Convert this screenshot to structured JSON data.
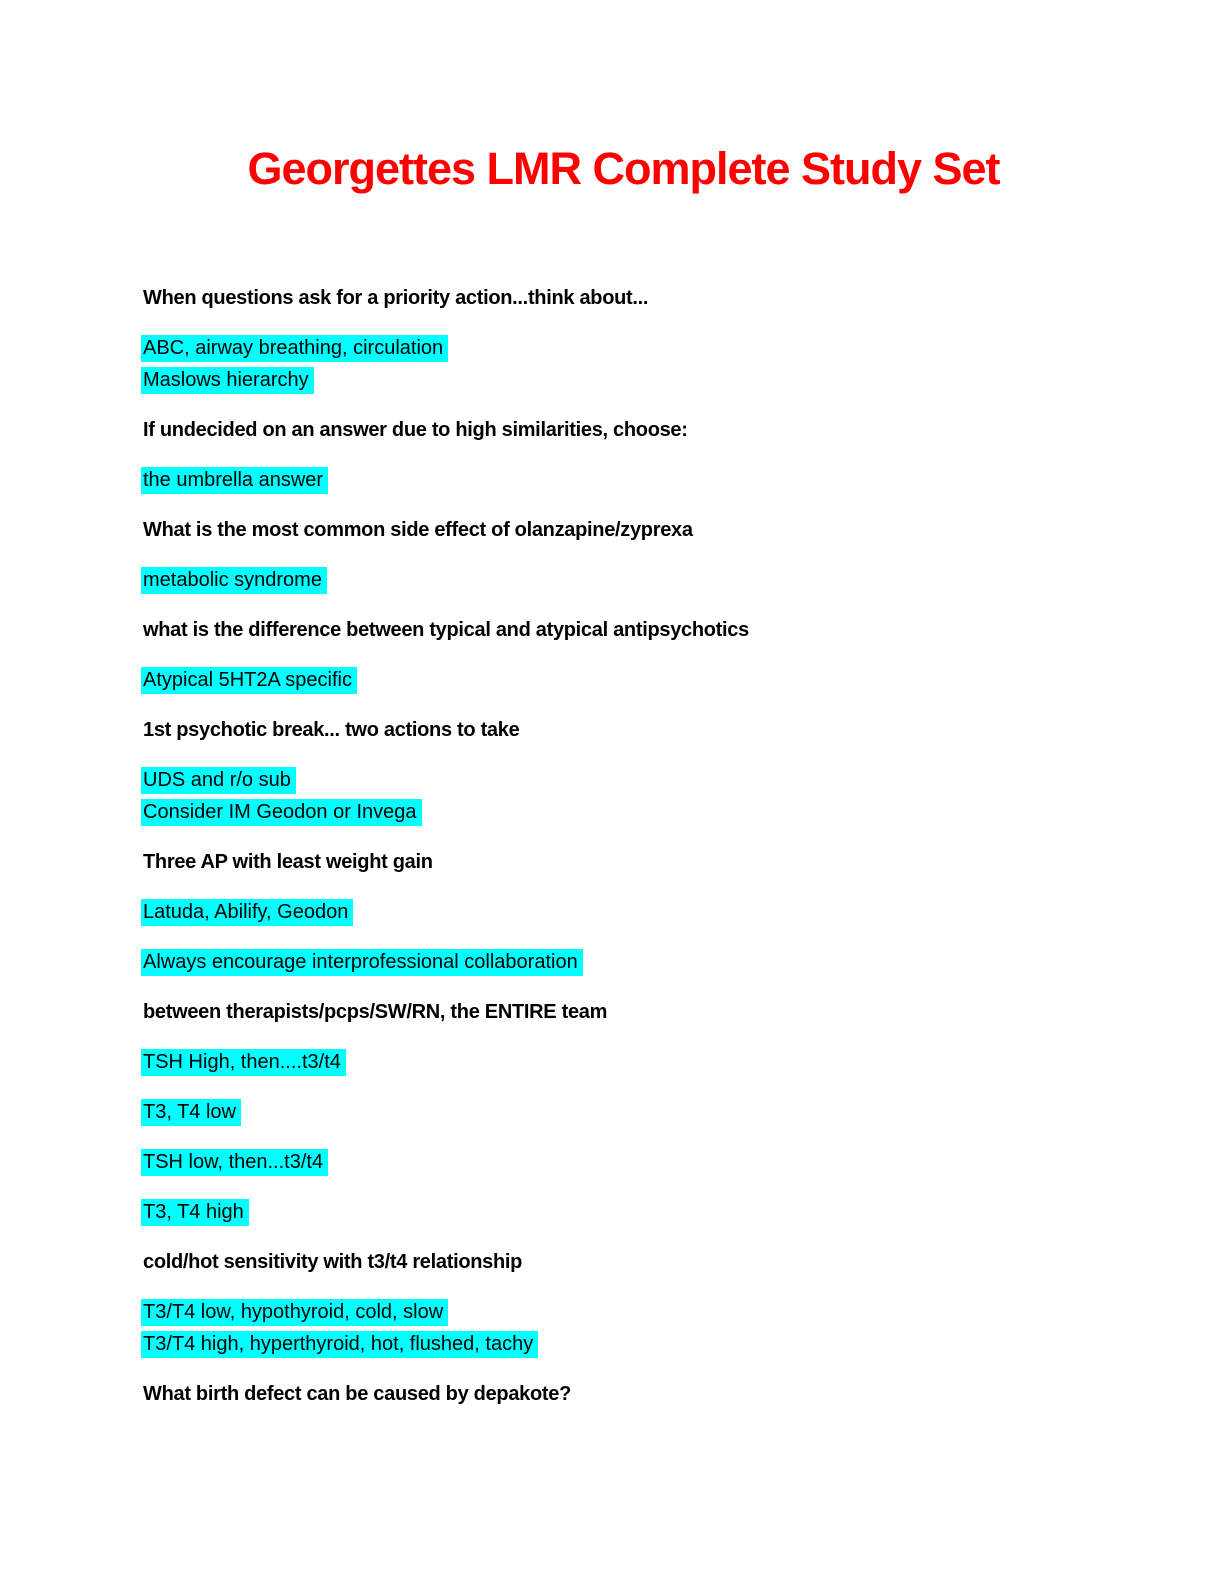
{
  "document": {
    "title": "Georgettes LMR Complete Study Set",
    "colors": {
      "title": "#ff0000",
      "highlight": "#00ffff",
      "text": "#000000",
      "page_background": "#ffffff"
    },
    "paragraphs": [
      {
        "lines": [
          {
            "text": "When questions ask for a priority action...think about...",
            "highlighted": false
          }
        ]
      },
      {
        "lines": [
          {
            "text": "ABC, airway breathing, circulation",
            "highlighted": true
          },
          {
            "text": "Maslows hierarchy",
            "highlighted": true
          }
        ]
      },
      {
        "lines": [
          {
            "text": "If undecided on an answer due to high similarities, choose:",
            "highlighted": false
          }
        ]
      },
      {
        "lines": [
          {
            "text": "the umbrella answer",
            "highlighted": true
          }
        ]
      },
      {
        "lines": [
          {
            "text": "What is the most common side effect of olanzapine/zyprexa",
            "highlighted": false
          }
        ]
      },
      {
        "lines": [
          {
            "text": "metabolic syndrome",
            "highlighted": true
          }
        ]
      },
      {
        "lines": [
          {
            "text": "what is the difference between typical and atypical antipsychotics",
            "highlighted": false
          }
        ]
      },
      {
        "lines": [
          {
            "text": "Atypical 5HT2A specific",
            "highlighted": true
          }
        ]
      },
      {
        "lines": [
          {
            "text": "1st psychotic break... two actions to take",
            "highlighted": false
          }
        ]
      },
      {
        "lines": [
          {
            "text": "UDS and r/o sub",
            "highlighted": true
          },
          {
            "text": "Consider IM Geodon or Invega",
            "highlighted": true
          }
        ]
      },
      {
        "lines": [
          {
            "text": "Three AP with least weight gain",
            "highlighted": false
          }
        ]
      },
      {
        "lines": [
          {
            "text": "Latuda, Abilify, Geodon",
            "highlighted": true
          }
        ]
      },
      {
        "lines": [
          {
            "text": "Always encourage interprofessional collaboration",
            "highlighted": true
          }
        ]
      },
      {
        "lines": [
          {
            "text": "between therapists/pcps/SW/RN, the ENTIRE team",
            "highlighted": false
          }
        ]
      },
      {
        "lines": [
          {
            "text": "TSH High, then....t3/t4",
            "highlighted": true
          }
        ]
      },
      {
        "lines": [
          {
            "text": "T3, T4 low",
            "highlighted": true
          }
        ]
      },
      {
        "lines": [
          {
            "text": "TSH low, then...t3/t4",
            "highlighted": true
          }
        ]
      },
      {
        "lines": [
          {
            "text": "T3, T4 high",
            "highlighted": true
          }
        ]
      },
      {
        "lines": [
          {
            "text": "cold/hot sensitivity with t3/t4 relationship",
            "highlighted": false
          }
        ]
      },
      {
        "lines": [
          {
            "text": "T3/T4 low, hypothyroid, cold, slow",
            "highlighted": true
          },
          {
            "text": "T3/T4 high, hyperthyroid, hot, flushed, tachy",
            "highlighted": true
          }
        ]
      },
      {
        "lines": [
          {
            "text": "What birth defect can be caused by depakote?",
            "highlighted": false
          }
        ]
      }
    ]
  }
}
